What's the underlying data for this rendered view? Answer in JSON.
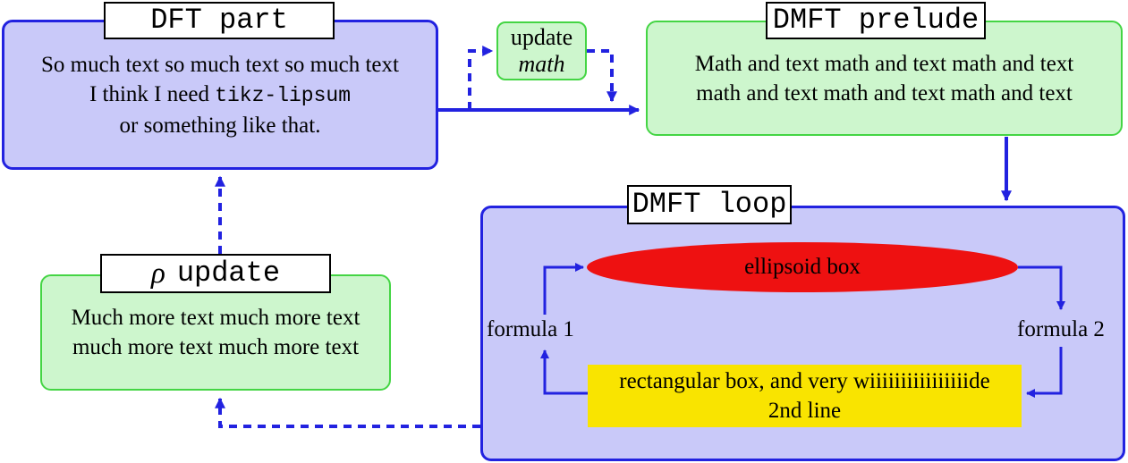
{
  "colors": {
    "blue_stroke": "#2222e0",
    "blue_fill": "#c9c9f9",
    "green_stroke": "#44d544",
    "green_fill": "#cdf6cd",
    "red_fill": "#ee1111",
    "yellow_fill": "#f9e400",
    "plate_bg": "#ffffff",
    "plate_border": "#000000",
    "text": "#000000"
  },
  "boxes": {
    "dft": {
      "title": "DFT part",
      "line1": "So much text so much text so much text",
      "line2_prefix": "I think I need ",
      "line2_code": "tikz-lipsum",
      "line3": "or something like that."
    },
    "update_math": {
      "line1": "update",
      "line2": "math"
    },
    "prelude": {
      "title": "DMFT prelude",
      "line1": "Math and text math and text math and text",
      "line2": "math and text math and text math and text"
    },
    "loop": {
      "title": "DMFT loop",
      "ellipse_label": "ellipsoid box",
      "formula1": "formula 1",
      "formula2": "formula 2",
      "rect_line1": "rectangular box, and very wiiiiiiiiiiiiiiiide",
      "rect_line2": "2nd line"
    },
    "rho": {
      "title_symbol": "ρ",
      "title_text": "update",
      "line1": "Much more text much more text",
      "line2": "much more text much more text"
    }
  }
}
